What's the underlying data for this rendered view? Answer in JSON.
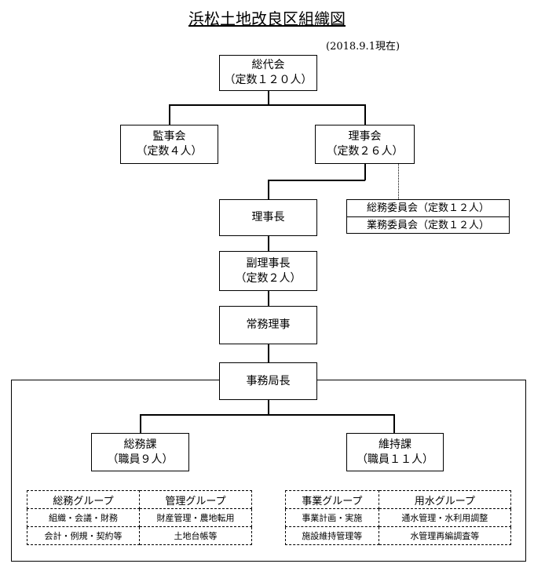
{
  "title": "浜松土地改良区組織図",
  "date": "(2018.9.1現在)",
  "nodes": {
    "general_assembly": {
      "name": "総代会",
      "count": "（定数１２０人）"
    },
    "auditors": {
      "name": "監事会",
      "count": "（定数４人）"
    },
    "directors": {
      "name": "理事会",
      "count": "（定数２６人）"
    },
    "chairman": {
      "name": "理事長"
    },
    "vice_chairman": {
      "name": "副理事長",
      "count": "（定数２人）"
    },
    "executive_director": {
      "name": "常務理事"
    },
    "secretary_general": {
      "name": "事務局長"
    },
    "general_affairs_section": {
      "name": "総務課",
      "count": "（職員９人）"
    },
    "maintenance_section": {
      "name": "維持課",
      "count": "（職員１１人）"
    }
  },
  "committees": [
    "総務委員会（定数１２人）",
    "業務委員会（定数１２人）"
  ],
  "groups_left": {
    "headers": [
      "総務グループ",
      "管理グループ"
    ],
    "rows": [
      [
        "組織・会議・財務",
        "財産管理・農地転用"
      ],
      [
        "会計・例規・契約等",
        "土地台帳等"
      ]
    ]
  },
  "groups_right": {
    "headers": [
      "事業グループ",
      "用水グループ"
    ],
    "rows": [
      [
        "事業計画・実施",
        "通水管理・水利用調整"
      ],
      [
        "施設維持管理等",
        "水管理再編調査等"
      ]
    ]
  }
}
